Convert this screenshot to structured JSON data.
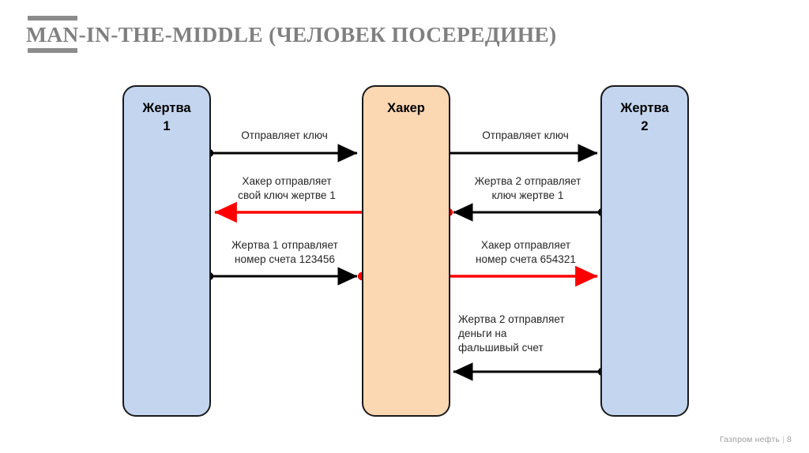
{
  "slide": {
    "title": "MAN-IN-THE-MIDDLE (ЧЕЛОВЕК ПОСЕРЕДИНЕ)",
    "background": "#ffffff",
    "title_color": "#808080",
    "rule_color": "#8c8c8c"
  },
  "footer": {
    "brand": "Газпром нефть",
    "separator": "|",
    "page_number": "8"
  },
  "diagram": {
    "colors": {
      "victim_fill": "#c4d6ef",
      "hacker_fill": "#fbd7b2",
      "box_stroke": "#1a1a1a",
      "normal_arrow": "#000000",
      "attack_arrow": "#ff0000"
    },
    "actors": [
      {
        "id": "victim1",
        "line1": "Жертва",
        "line2": "1",
        "fill": "#c4d6ef"
      },
      {
        "id": "hacker",
        "line1": "Хакер",
        "line2": "",
        "fill": "#fbd7b2"
      },
      {
        "id": "victim2",
        "line1": "Жертва",
        "line2": "2",
        "fill": "#c4d6ef"
      }
    ],
    "messages": [
      {
        "id": "msg-1-left",
        "label": "Отправляет ключ",
        "from": "victim1",
        "to": "hacker",
        "direction": "right",
        "color": "#000000",
        "row": 1
      },
      {
        "id": "msg-1-right",
        "label": "Отправляет ключ",
        "from": "hacker",
        "to": "victim2",
        "direction": "right",
        "color": "#000000",
        "row": 1
      },
      {
        "id": "msg-2-left",
        "label": "Хакер отправляет\nсвой ключ жертве 1",
        "from": "hacker",
        "to": "victim1",
        "direction": "left",
        "color": "#ff0000",
        "row": 2
      },
      {
        "id": "msg-2-right",
        "label": "Жертва 2 отправляет\nключ жертве 1",
        "from": "victim2",
        "to": "hacker",
        "direction": "left",
        "color": "#000000",
        "row": 2
      },
      {
        "id": "msg-3-left",
        "label": "Жертва 1 отправляет\nномер счета 123456",
        "from": "victim1",
        "to": "hacker",
        "direction": "right",
        "color": "#000000",
        "row": 3
      },
      {
        "id": "msg-3-right",
        "label": "Хакер отправляет\nномер счета 654321",
        "from": "hacker",
        "to": "victim2",
        "direction": "right",
        "color": "#ff0000",
        "row": 3
      },
      {
        "id": "msg-4-right",
        "label": "Жертва 2 отправляет\nденьги на\nфальшивый счет",
        "from": "victim2",
        "to": "hacker",
        "direction": "left",
        "color": "#000000",
        "row": 4
      }
    ]
  }
}
